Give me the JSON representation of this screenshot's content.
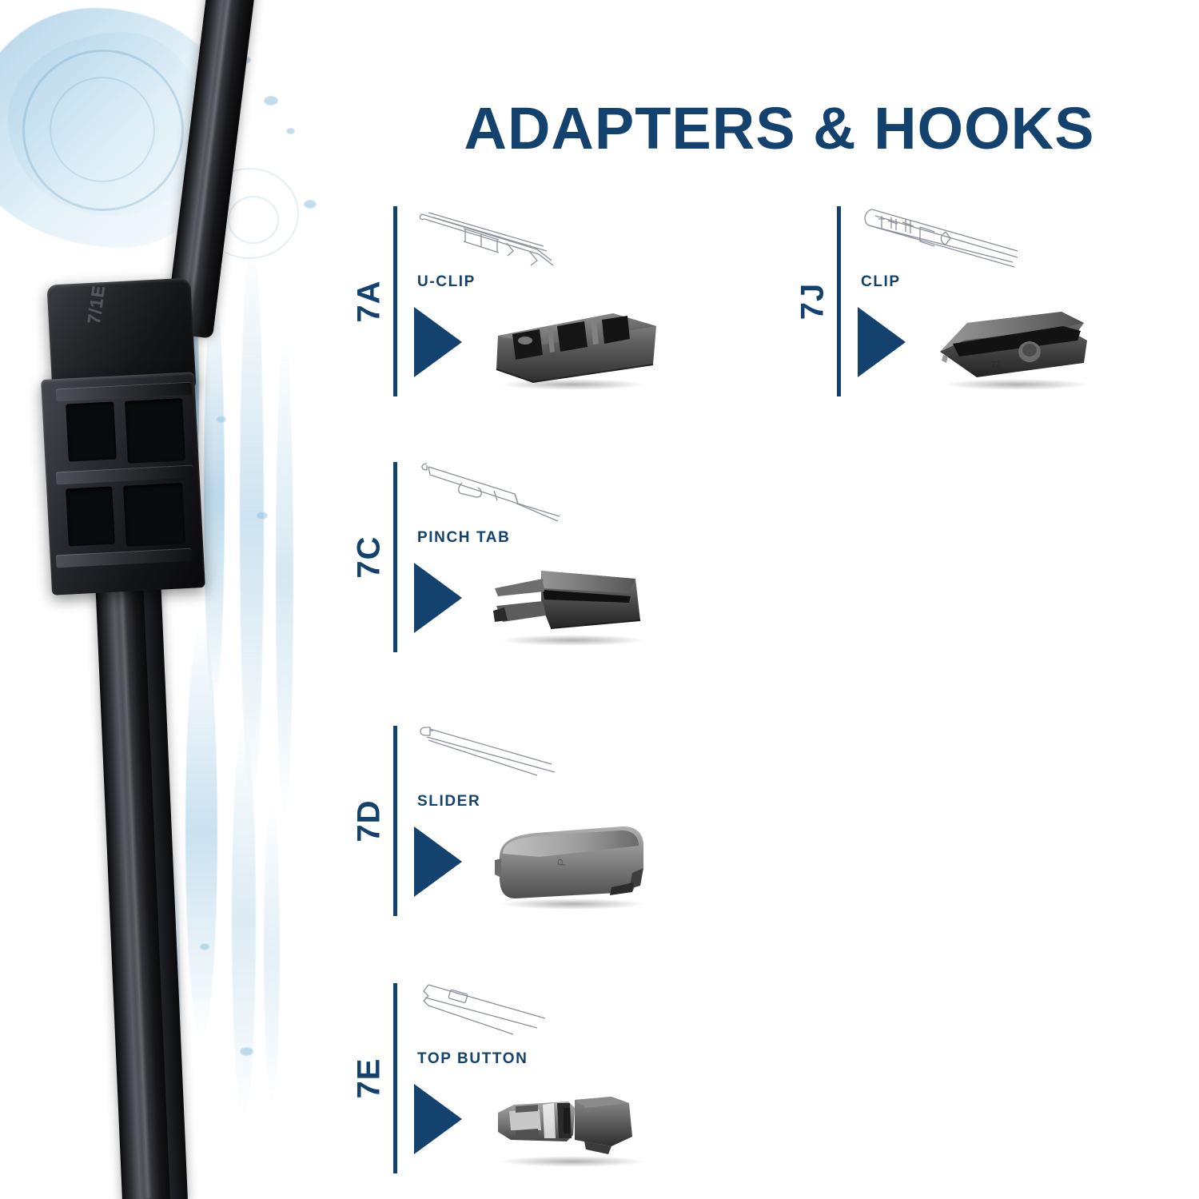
{
  "page": {
    "title": "ADAPTERS & HOOKS",
    "accent_navy": "#13426f",
    "background": "#ffffff"
  },
  "product_photo": {
    "name": "beam-wiper-blade-with-water-splash",
    "connector_emboss_text": "7/1E",
    "description": "Black beam wiper blade with multi-fit connector, water splash behind"
  },
  "adapters": [
    {
      "code": "7A",
      "label": "U-CLIP",
      "sketch_name": "u-clip-arm-sketch",
      "part_name": "u-clip-adapter-photo"
    },
    {
      "code": "7J",
      "label": "CLIP",
      "sketch_name": "clip-arm-sketch",
      "part_name": "clip-adapter-photo"
    },
    {
      "code": "7C",
      "label": "PINCH TAB",
      "sketch_name": "pinch-tab-arm-sketch",
      "part_name": "pinch-tab-adapter-photo"
    },
    {
      "code": "7D",
      "label": "SLIDER",
      "sketch_name": "slider-arm-sketch",
      "part_name": "slider-adapter-photo"
    },
    {
      "code": "7E",
      "label": "TOP BUTTON",
      "sketch_name": "top-button-arm-sketch",
      "part_name": "top-button-adapter-photo"
    }
  ]
}
